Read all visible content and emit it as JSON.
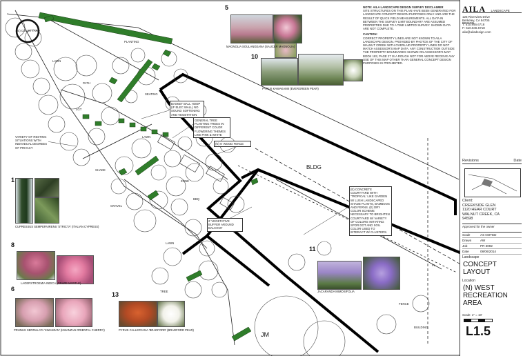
{
  "firm": {
    "logo_text": "AILA",
    "logo_sub": "LANDSCAPE DESIGN",
    "address": [
      "125 Riverview Drive",
      "Berkeley, CA 94705",
      "T: 510.846.6718",
      "F: 510.846.6718",
      "aila@ailadesign.com"
    ]
  },
  "title_block": {
    "revisions_label": "Revisions",
    "date_label": "Date",
    "client_label": "Client:",
    "client_lines": [
      "CREEKSIDE GLEN",
      "1120 HEAR COURT",
      "WALNUT CREEK, CA",
      "94598"
    ],
    "approval_label": "Approved for the owner",
    "meta": [
      {
        "k": "Scale",
        "v": "AS NOTED"
      },
      {
        "k": "Drawn",
        "v": "AW"
      },
      {
        "k": "Job",
        "v": "PR 3092"
      },
      {
        "k": "Date",
        "v": "08/06/2014"
      }
    ],
    "discipline": "Landscape",
    "sheet_title_1": "CONCEPT",
    "sheet_title_2": "LAYOUT",
    "location_label": "Location",
    "location_1": "(N) WEST",
    "location_2": "RECREATION",
    "location_3": "AREA",
    "scale_note": "Scale: 1\" = 10'",
    "sheet_number": "L1.5"
  },
  "notes": {
    "disclaimer_title": "NOTE: AILA LANDSCAPE DESIGN SURVEY DISCLAIMER",
    "disclaimer_body": "SITE STRUCTURES ON THIS PLAN HAVE BEEN GENERATED FOR LANDSCAPE CONCEPT DESIGN PURPOSES ONLY AND ARE THE RESULT OF QUICK FIELD MEASUREMENTS. ALL DATA IN BETWEEN THE SURVEY LIMIT BOUNDARY ARE ASSUMED PROPERTIES DUE TO A TIME LIMITED SURVEY. SHOWN DATA ARE NOT COMPLETE.",
    "caution_title": "CAUTION:",
    "caution_body": "CORRECT PROPERTY LINES ARE NOT KNOWN TO AILA LANDSCAPE DESIGN. PROVIDED BY PHOTOS OF THE CITY OF WALNUT CREEK WITH OVERLAID PROPERTY LINES DO NOT MATCH ASSESSOR'S MAP DATA. ANY CONSTRUCTION OUTSIDE THE PROPERTY BOUNDARIES SHOWN ON ASSESSOR'S MAP BOOK 183, PAGE 27 IS A ROUGH NOT FOR ABOVE RECEIVE ANY USE OF THIS MAP OTHER THAN GENERAL CONCEPT DESIGN PURPOSES IS PROHIBITED."
  },
  "annotations": {
    "courtyard": "(E) COURTYARD",
    "basketball": "BASKET BALL HOOP (IF ELEC WALL) NO SOUND SOFTENING AND VEGETATION",
    "tree_planting": "GENERAL TREE PLANTING TREES IN DIFFERENT COLOR FLOWERING THEMES LIKE PINK & WHITE",
    "variety": "VARIETY OF RESTING SITUATIONS WITH INDIVIDUAL DEGREES OF PRIVACY",
    "wood_fence": "(N) 6' WOOD FENCE",
    "buffer": "2' VEGETATIVE BUFFER AROUND BALCONY",
    "courtyard_note": "(E) CONCRETE COURTYARD WITH 'TROPICAL' LIKE GARDEN W/ LUSH LANDSCAPED SHADE PLANTS, BAMBOOS AND FERNS. (E) DRY COLOR SCHEME NECESSARY TO BRIGHTEN COURTYARD W/ VARIETY OF COLORS INITIATING SPOR DOT AND SOIL COLOR USED TO INTERACT W/ CLUSTERS.",
    "bldg": "BLDG",
    "jm": "JM",
    "lawn": "LAWN",
    "path": "PATH",
    "planting": "PLANTING",
    "seating": "SEATING",
    "gravel": "GRAVEL",
    "bbq": "BBQ",
    "shade": "SHADE",
    "zone": "ZONE",
    "lgt": "LGT",
    "tree_label": "TREE",
    "fence_label": "FENCE",
    "building_label": "BUILDING",
    "pl": "PL"
  },
  "plants": [
    {
      "num": "5",
      "caption": "MAGNOLIA SOULANGEANA (SAUCER MAGNOLIA)"
    },
    {
      "num": "10",
      "caption": "PYRUS KAWAKAMII (EVERGREEN PEAR)"
    },
    {
      "num": "1",
      "caption": "CUPRESSUS SEMPERVIRENS 'STRICTA' (ITALIAN CYPRESS)"
    },
    {
      "num": "8",
      "caption": "LAGERSTROEMIA INDICA (CRAPE MYRTLE)"
    },
    {
      "num": "6",
      "caption": "PRUNUS SERRULATA 'KWANZAN' (KWANZAN ORIENTAL CHERRY)"
    },
    {
      "num": "13",
      "caption": "PYRUS CALLERYANA 'BRADFORD' (BRADFORD PEAR)"
    },
    {
      "num": "11",
      "caption": "JACARANDA MIMOSIFOLIA"
    }
  ],
  "colors": {
    "accent_green": "#2f7d2a",
    "line": "#111111",
    "paper": "#ffffff"
  }
}
